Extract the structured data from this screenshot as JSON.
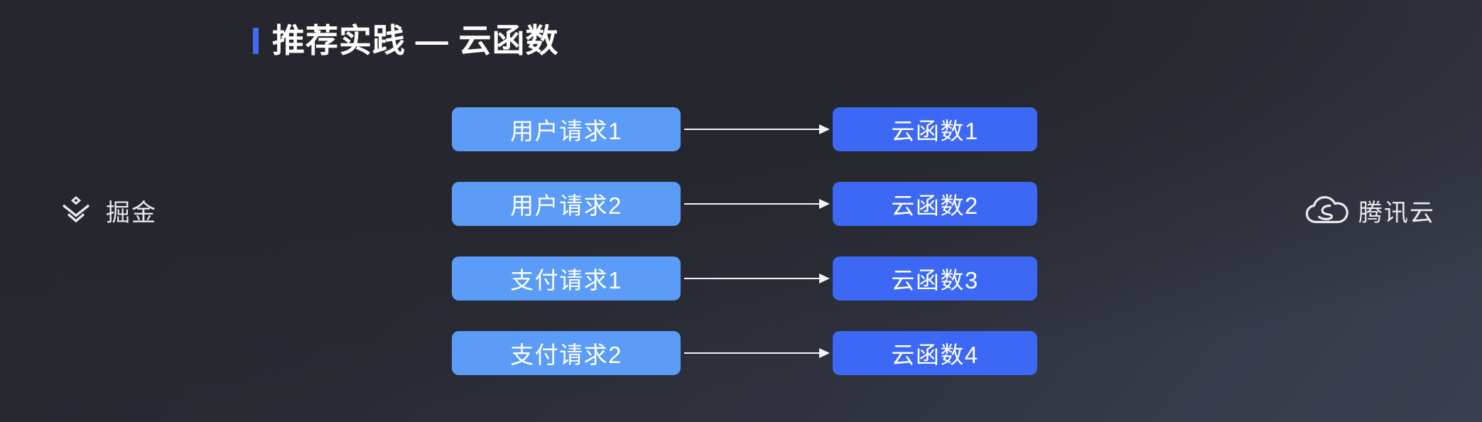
{
  "slide": {
    "title": "推荐实践 — 云函数",
    "accent_color": "#3f6bf5",
    "background_dark": "#26272e",
    "background_light": "#3a3e4e"
  },
  "diagram": {
    "source_color": "#5b9cf8",
    "target_color": "#3c68f5",
    "arrow_color": "#f2f4f8",
    "rows": [
      {
        "source": "用户请求1",
        "target": "云函数1"
      },
      {
        "source": "用户请求2",
        "target": "云函数2"
      },
      {
        "source": "支付请求1",
        "target": "云函数3"
      },
      {
        "source": "支付请求2",
        "target": "云函数4"
      }
    ]
  },
  "logos": {
    "left": {
      "name": "掘金",
      "icon": "juejin-chevron-icon"
    },
    "right": {
      "name": "腾讯云",
      "icon": "tencent-cloud-icon"
    }
  }
}
